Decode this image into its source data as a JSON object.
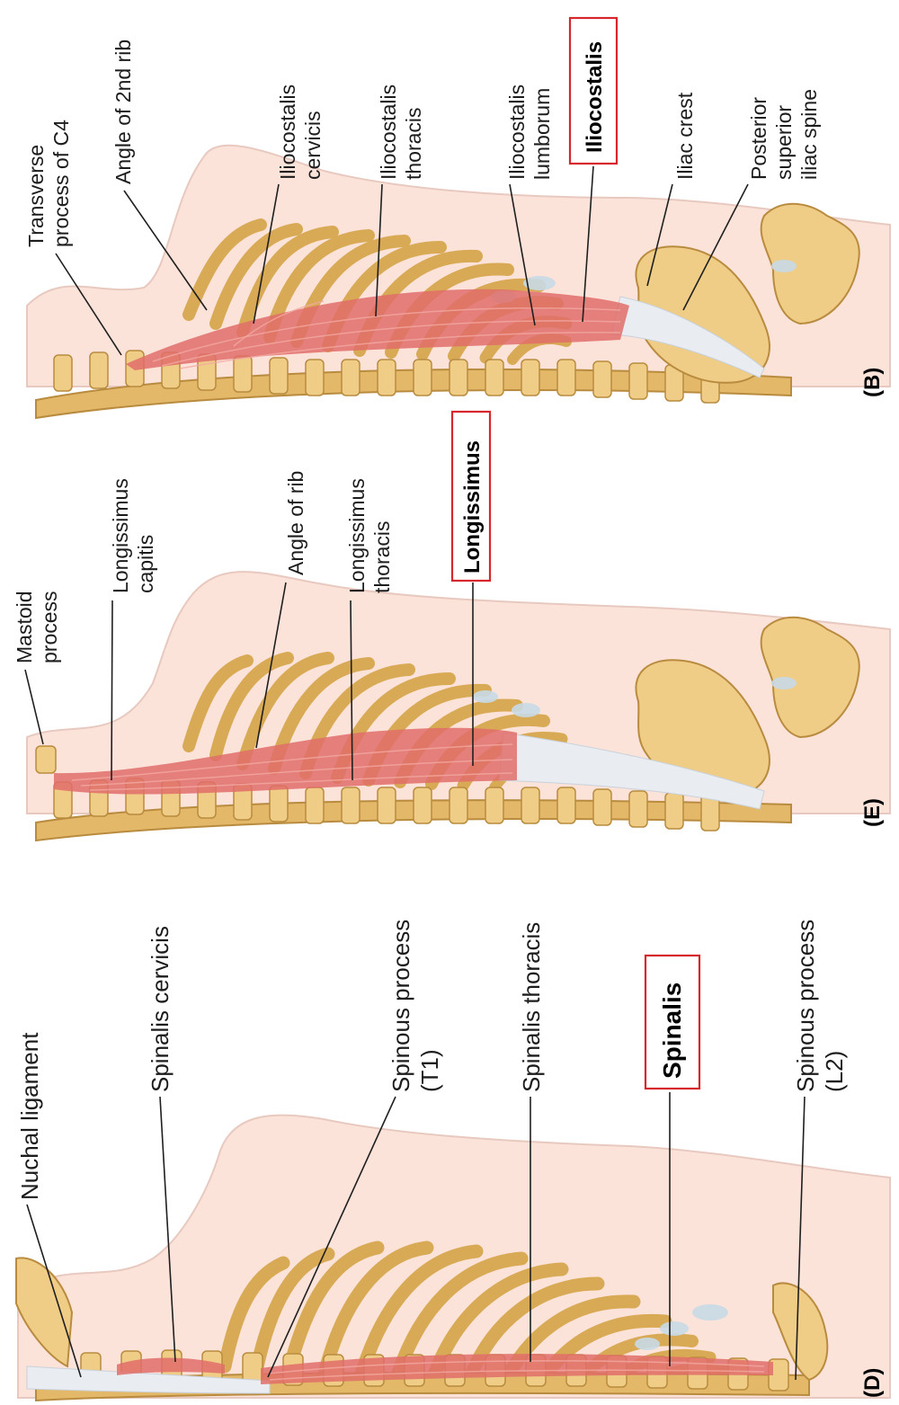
{
  "panels": {
    "B": {
      "letter": "(B)",
      "labels": {
        "transverse_c4": [
          "Transverse",
          "process of C4"
        ],
        "angle_2nd_rib": "Angle of 2nd rib",
        "iliocostalis_cervicis": [
          "Iliocostalis",
          "cervicis"
        ],
        "iliocostalis_thoracis": [
          "Iliocostalis",
          "thoracis"
        ],
        "iliocostalis_lumborum": [
          "Iliocostalis",
          "lumborum"
        ],
        "iliocostalis": "Iliocostalis",
        "iliac_crest": "Iliac crest",
        "psis": [
          "Posterior",
          "superior",
          "iliac spine"
        ]
      }
    },
    "E": {
      "letter": "(E)",
      "labels": {
        "mastoid": [
          "Mastoid",
          "process"
        ],
        "longissimus_capitis": [
          "Longissimus",
          "capitis"
        ],
        "angle_of_rib": "Angle of rib",
        "longissimus_thoracis": [
          "Longissimus",
          "thoracis"
        ],
        "longissimus": "Longissimus"
      }
    },
    "D": {
      "letter": "(D)",
      "labels": {
        "nuchal_ligament": "Nuchal ligament",
        "spinalis_cervicis": "Spinalis cervicis",
        "spinous_t1": [
          "Spinous process",
          "(T1)"
        ],
        "spinalis_thoracis": "Spinalis thoracis",
        "spinalis": "Spinalis",
        "spinous_l2": [
          "Spinous process",
          "(L2)"
        ]
      }
    }
  },
  "colors": {
    "highlight_box": "#d6272c",
    "muscle": "#e06d6a",
    "bone": "#efcd86",
    "skin": "#fbe3da",
    "cartilage": "#c8d9e6"
  }
}
